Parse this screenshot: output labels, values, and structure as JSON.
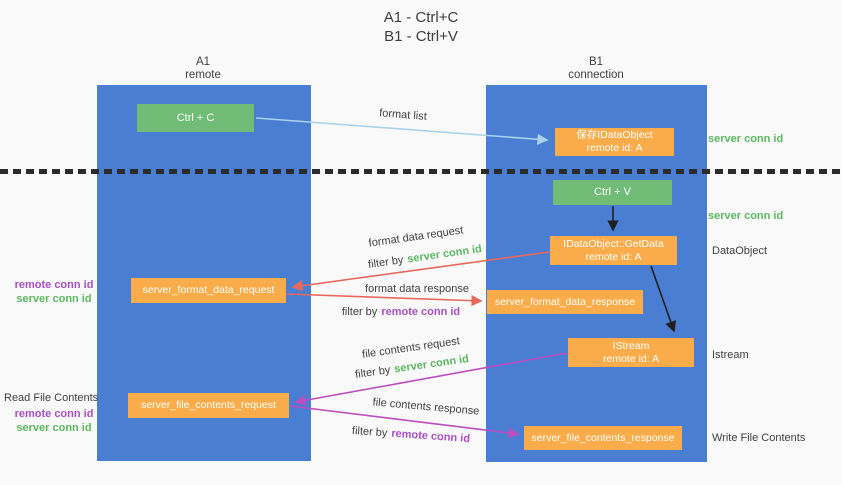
{
  "title": {
    "line1": "A1 - Ctrl+C",
    "line2": "B1 - Ctrl+V"
  },
  "lifelines": {
    "a1": {
      "title": "A1",
      "subtitle": "remote"
    },
    "b1": {
      "title": "B1",
      "subtitle": "connection"
    }
  },
  "nodes": {
    "ctrl_c": {
      "label": "Ctrl + C"
    },
    "ctrl_v": {
      "label": "Ctrl + V"
    },
    "save_dataobject": {
      "line1": "保存IDataObject",
      "line2": "remote id: A"
    },
    "getdata": {
      "line1": "IDataObject::GetData",
      "line2": "remote id: A"
    },
    "istream": {
      "line1": "IStream",
      "line2": "remote id: A"
    },
    "format_request": {
      "label": "server_format_data_request"
    },
    "format_response": {
      "label": "server_format_data_response"
    },
    "file_request": {
      "label": "server_file_contents_request"
    },
    "file_response": {
      "label": "server_file_contents_response"
    }
  },
  "arrows": {
    "format_list": {
      "label": "format list"
    },
    "format_data_request": {
      "label": "format data request",
      "filter_prefix": "filter by",
      "filter_key": "server conn id"
    },
    "format_data_response": {
      "label": "format data response",
      "filter_prefix": "filter by",
      "filter_key": "remote conn id"
    },
    "file_contents_request": {
      "label": "file contents request",
      "filter_prefix": "filter by",
      "filter_key": "server conn id"
    },
    "file_contents_response": {
      "label": "file contents response",
      "filter_prefix": "filter by",
      "filter_key": "remote conn id"
    }
  },
  "annotations": {
    "server_conn_id_top": "server conn id",
    "server_conn_id_mid": "server conn id",
    "dataobject": "DataObject",
    "istream": "Istream",
    "read_file_contents": "Read File Contents",
    "write_file_contents": "Write File Contents",
    "left_format": {
      "remote": "remote conn id",
      "server": "server conn id"
    },
    "left_file": {
      "remote": "remote conn id",
      "server": "server conn id"
    }
  },
  "colors": {
    "background": "#f9f9f9",
    "lifeline_blue": "#4a7ed3",
    "action_green": "#71bd77",
    "node_orange": "#f9ac49",
    "server_conn_green": "#5cb860",
    "remote_conn_purple": "#a94fc5",
    "arrow_red": "#e8685c",
    "arrow_magenta": "#bb4ec0",
    "arrow_lightblue": "#a9d2ec",
    "arrow_black": "#1f1f1f"
  }
}
